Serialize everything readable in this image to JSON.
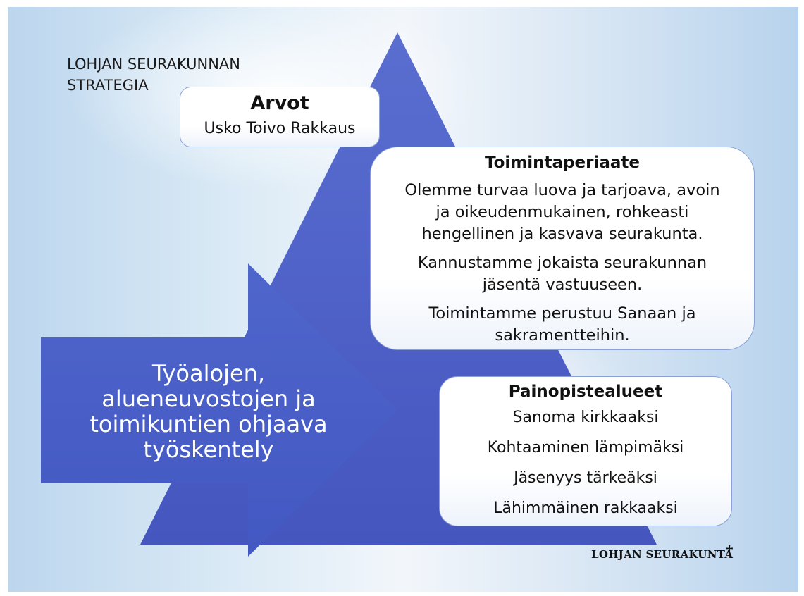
{
  "strategy_title": [
    "LOHJAN SEURAKUNNAN",
    "STRATEGIA"
  ],
  "arvot": {
    "title": "Arvot",
    "text": "Usko Toivo Rakkaus"
  },
  "toimintaperiaate": {
    "title": "Toimintaperiaate",
    "paragraphs": [
      [
        "Olemme turvaa luova ja tarjoava, avoin",
        "ja oikeudenmukainen, rohkeasti",
        "hengellinen ja kasvava seurakunta."
      ],
      [
        "Kannustamme jokaista seurakunnan",
        "jäsentä vastuuseen."
      ],
      [
        "Toimintamme perustuu Sanaan ja",
        "sakramentteihin."
      ]
    ]
  },
  "painopistealueet": {
    "title": "Painopistealueet",
    "items": [
      "Sanoma kirkkaaksi",
      "Kohtaaminen lämpimäksi",
      "Jäsenyys tärkeäksi",
      "Lähimmäinen rakkaaksi"
    ]
  },
  "arrow_text": [
    "Työalojen,",
    "alueneuvostojen ja",
    "toimikuntien ohjaava",
    "työskentely"
  ],
  "footer": {
    "logo_text": "LOHJAN SEURAKUNTA",
    "cross": "†"
  },
  "colors": {
    "pyramid": "#4a5ec6",
    "arrow": "#4b63c8",
    "box_border": "#8ba1d6"
  }
}
